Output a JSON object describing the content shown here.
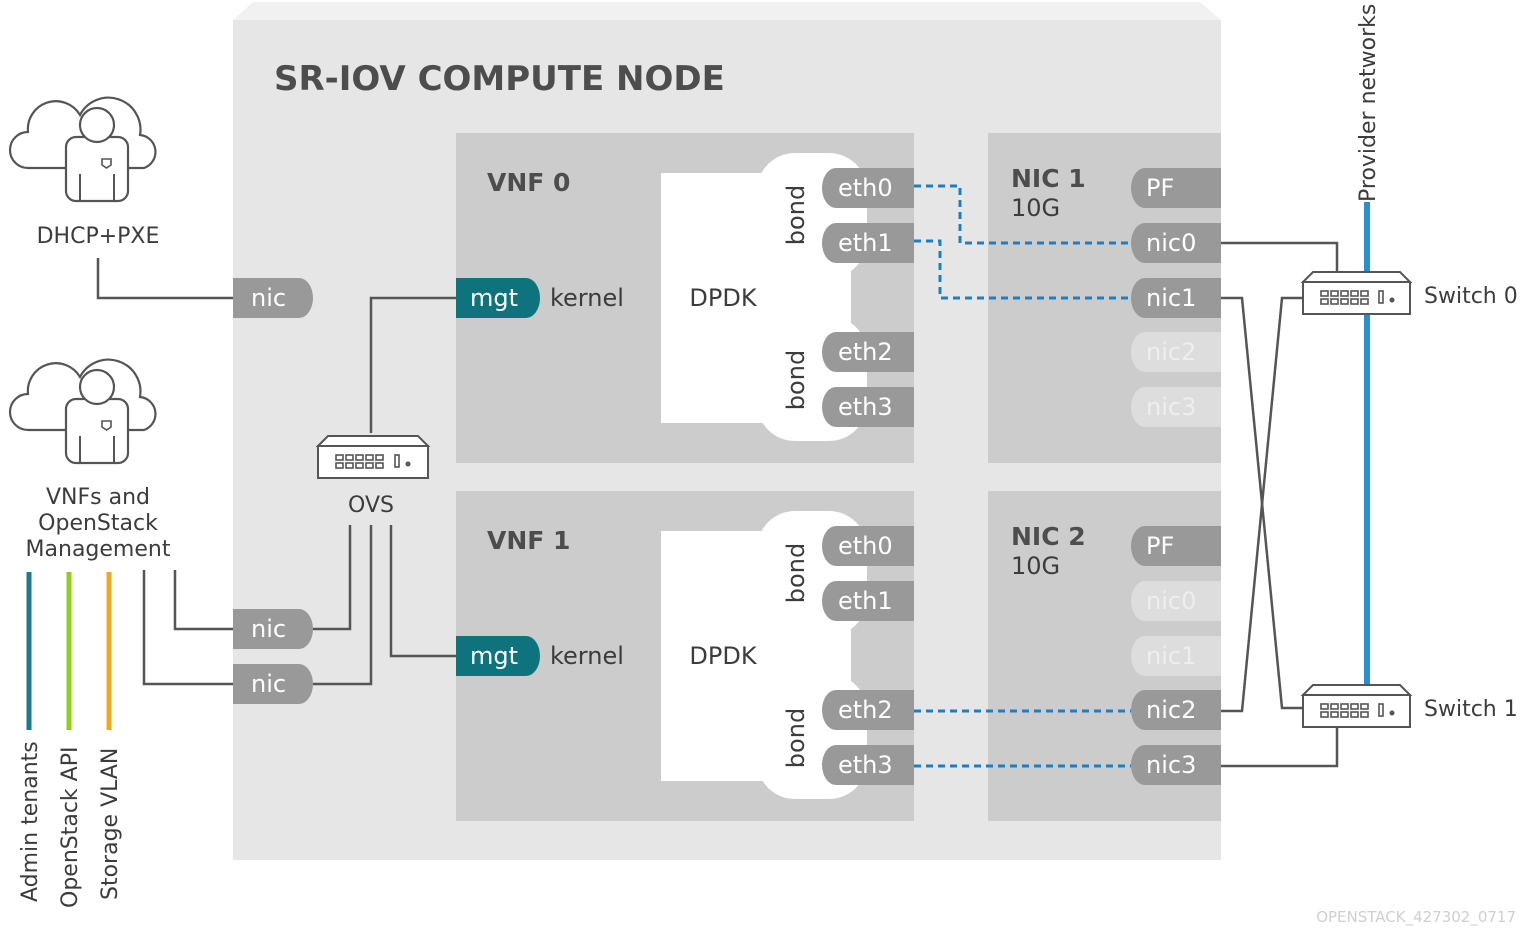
{
  "title": "SR-IOV COMPUTE NODE",
  "left_panel": {
    "dhcp_label": "DHCP+PXE",
    "mgmt_label_lines": [
      "VNFs and",
      "OpenStack",
      "Management"
    ],
    "legend": [
      {
        "label": "Admin tenants",
        "color": "#1a7b8c"
      },
      {
        "label": "OpenStack API",
        "color": "#8fcf1c"
      },
      {
        "label": "Storage VLAN",
        "color": "#f0a81e"
      }
    ]
  },
  "host_nics": [
    "nic",
    "nic",
    "nic"
  ],
  "ovs_label": "OVS",
  "vnfs": [
    {
      "name": "VNF 0",
      "mgt": "mgt",
      "kernel": "kernel",
      "dpdk": "DPDK",
      "bond": "bond",
      "ports": [
        "eth0",
        "eth1",
        "eth2",
        "eth3"
      ]
    },
    {
      "name": "VNF 1",
      "mgt": "mgt",
      "kernel": "kernel",
      "dpdk": "DPDK",
      "bond": "bond",
      "ports": [
        "eth0",
        "eth1",
        "eth2",
        "eth3"
      ]
    }
  ],
  "nics": [
    {
      "name": "NIC 1",
      "speed": "10G",
      "pf": "PF",
      "ports": [
        {
          "label": "nic0",
          "active": true
        },
        {
          "label": "nic1",
          "active": true
        },
        {
          "label": "nic2",
          "active": false
        },
        {
          "label": "nic3",
          "active": false
        }
      ]
    },
    {
      "name": "NIC 2",
      "speed": "10G",
      "pf": "PF",
      "ports": [
        {
          "label": "nic0",
          "active": false
        },
        {
          "label": "nic1",
          "active": false
        },
        {
          "label": "nic2",
          "active": true
        },
        {
          "label": "nic3",
          "active": true
        }
      ]
    }
  ],
  "switches": [
    "Switch 0",
    "Switch 1"
  ],
  "provider_label": "Provider networks",
  "footer": "OPENSTACK_427302_0717",
  "colors": {
    "node_bg": "#e6e6e6",
    "panel_bg": "#cccccc",
    "port": "#999999",
    "port_dim": "#dddddd",
    "mgt": "#0e737c",
    "dashed": "#1e7ec4",
    "provider": "#2a8fd0",
    "wire": "#555555"
  }
}
